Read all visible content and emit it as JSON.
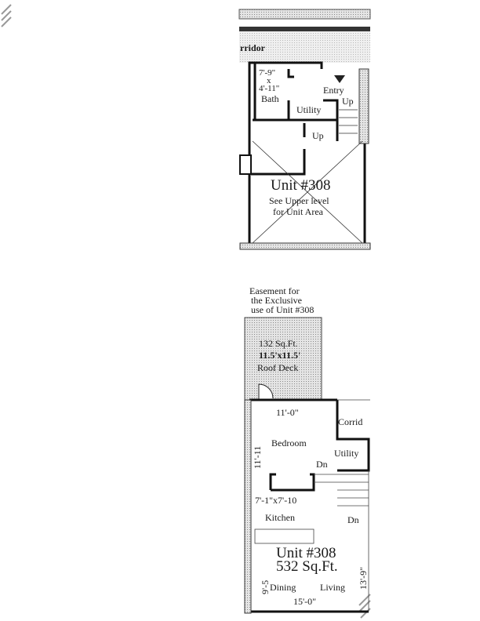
{
  "upper_level": {
    "corridor_label": "rridor",
    "bath_dims_1": "7'-9\"",
    "bath_dims_x": "x",
    "bath_dims_2": "4'-11\"",
    "bath_label": "Bath",
    "entry_label": "Entry",
    "up_label_1": "Up",
    "utility_label": "Utility",
    "up_label_2": "Up",
    "unit_label": "Unit #308",
    "note_1": "See Upper level",
    "note_2": "for Unit Area"
  },
  "lower_level": {
    "easement_1": "Easement for",
    "easement_2": "the Exclusive",
    "easement_3": "use of Unit #308",
    "deck_area": "132 Sq.Ft.",
    "deck_dims": "11.5'x11.5'",
    "deck_label": "Roof Deck",
    "bedroom_width": "11'-0\"",
    "bedroom_depth": "11'-11",
    "corridor_label": "Corrid",
    "bedroom_label": "Bedroom",
    "utility_label": "Utility",
    "dn_label_1": "Dn",
    "closet_dims": "7'-1\"x7'-10",
    "kitchen_label": "Kitchen",
    "dn_label_2": "Dn",
    "unit_label": "Unit #308",
    "unit_area": "532 Sq.Ft.",
    "dining_depth": "9'-5",
    "living_depth": "13'-9\"",
    "dining_label": "Dining",
    "living_label": "Living",
    "living_width": "15'-0\""
  }
}
